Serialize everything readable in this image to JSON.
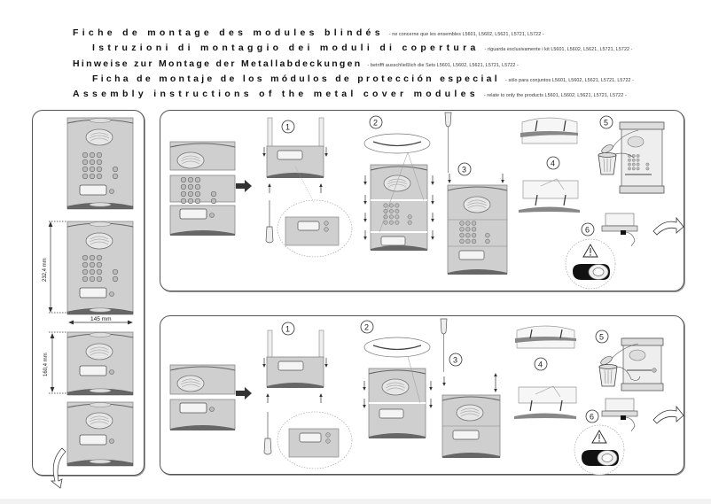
{
  "titles": [
    {
      "main": "Fiche de montage des modules blindés",
      "sub": "-  ne concerne que les ensembles L5601, L5602, L5621, L5721, L5722  -"
    },
    {
      "main": "Istruzioni di montaggio dei moduli di copertura",
      "sub": "- riguarda esclusivamente i kit L5601, L5602, L5621, L5721, L5722 -"
    },
    {
      "main": "Hinweise zur Montage der Metallabdeckungen",
      "sub": "- betrifft ausschließlich die Sets L5601, L5602, L5621, L5721, L5722 -"
    },
    {
      "main": "Ficha de montaje de los módulos de protección especial",
      "sub": "- sólo para conjuntos L5601, L5602, L5621, L5721, L5722  -"
    },
    {
      "main": "Assembly instructions of the metal cover modules",
      "sub": "-  relate to only the products L5601, L5602, L5621, L5721, L5722 -"
    }
  ],
  "dimensions": {
    "height_large": "232,4 mm",
    "width": "145 mm",
    "height_small": "160,4 mm"
  },
  "steps_top": [
    "1",
    "2",
    "3",
    "4",
    "5",
    "6"
  ],
  "steps_bottom": [
    "1",
    "2",
    "3",
    "4",
    "5",
    "6"
  ],
  "icons": {
    "warning": "warning-triangle-icon",
    "turn_page": "curved-arrow-icon",
    "next": "right-arrow-icon"
  },
  "colors": {
    "module_fill": "#cfcfcf",
    "module_stroke": "#777777",
    "panel_border": "#555555",
    "text": "#111111"
  }
}
